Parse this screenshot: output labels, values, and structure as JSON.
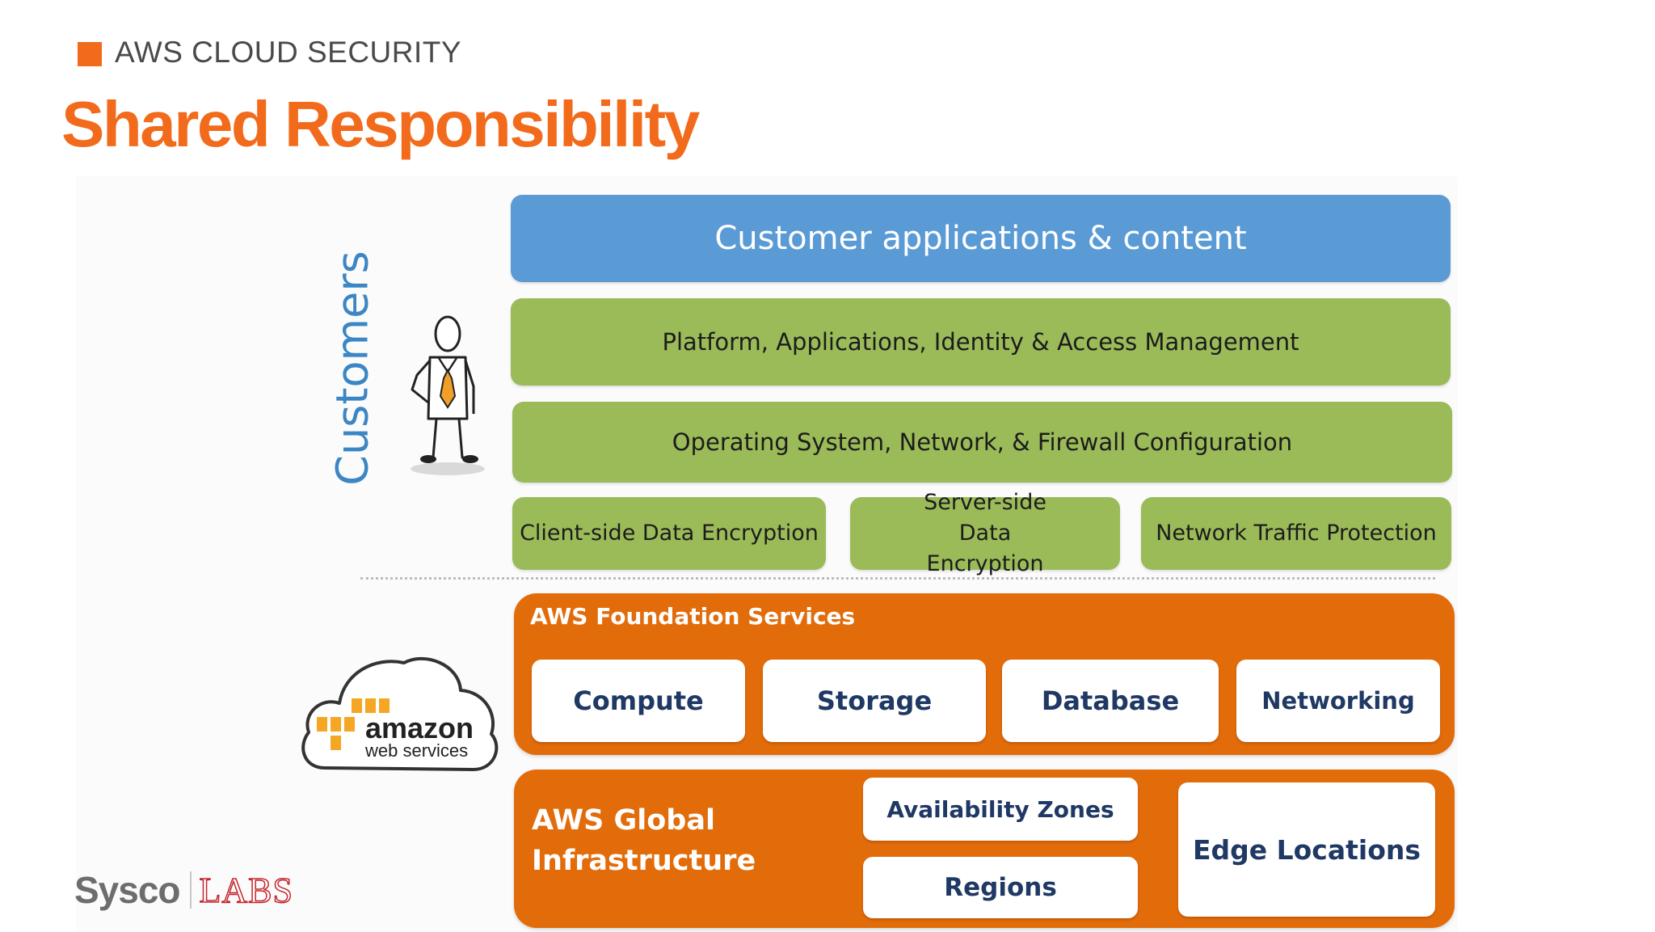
{
  "header": {
    "kicker": "AWS CLOUD SECURITY",
    "title": "Shared Responsibility"
  },
  "diagram": {
    "customers_label": "Customers",
    "customer_layers": [
      "Customer applications & content",
      "Platform, Applications, Identity & Access Management",
      "Operating System, Network, & Firewall Configuration"
    ],
    "customer_boxes": [
      "Client-side Data Encryption",
      "Server-side Data Encryption",
      "Network Traffic Protection"
    ],
    "foundation": {
      "title": "AWS Foundation Services",
      "services": [
        "Compute",
        "Storage",
        "Database",
        "Networking"
      ]
    },
    "global_infra": {
      "title": "AWS Global Infrastructure",
      "items": [
        "Availability Zones",
        "Regions",
        "Edge Locations"
      ]
    },
    "aws_logo": {
      "primary": "amazon",
      "secondary": "web services"
    }
  },
  "footer": {
    "brand": "Sysco",
    "brand_mark": "LABS"
  },
  "colors": {
    "accent": "#f26b1d",
    "customer_blue": "#5b9bd5",
    "customer_green": "#9bbb59",
    "aws_orange": "#e36c0a",
    "navy_text": "#1f3864"
  },
  "icons": [
    "orange-square-icon",
    "stick-figure-icon",
    "aws-cloud-logo-icon"
  ]
}
